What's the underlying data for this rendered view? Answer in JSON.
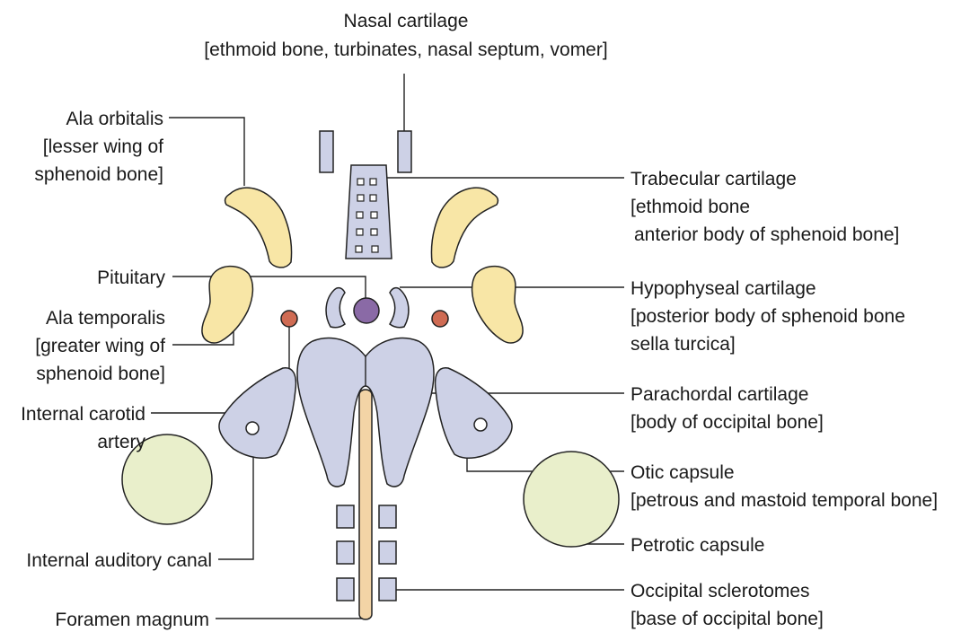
{
  "colors": {
    "cartilage_blue": "#cdd1e6",
    "wing_yellow": "#f8e6a6",
    "capsule_green": "#e9efcb",
    "pituitary_purple": "#8a6aa6",
    "artery_red": "#cf6b53",
    "notochord_tan": "#f3d4a6",
    "stroke": "#222222"
  },
  "labels": {
    "nasal": {
      "line1": "Nasal cartilage",
      "line2": "[ethmoid bone, turbinates, nasal septum, vomer]"
    },
    "ala_orbitalis": {
      "line1": "Ala orbitalis",
      "line2": "[lesser wing of",
      "line3": "sphenoid bone]"
    },
    "pituitary": {
      "line1": "Pituitary"
    },
    "ala_temporalis": {
      "line1": "Ala temporalis",
      "line2": "[greater wing of",
      "line3": "sphenoid bone]"
    },
    "carotid": {
      "line1": "Internal carotid",
      "line2": "artery"
    },
    "auditory": {
      "line1": "Internal auditory canal"
    },
    "foramen": {
      "line1": "Foramen magnum"
    },
    "trabecular": {
      "line1": "Trabecular cartilage",
      "line2": "[ethmoid bone",
      "line3": "anterior body of sphenoid bone]"
    },
    "hypophyseal": {
      "line1": "Hypophyseal cartilage",
      "line2": "[posterior body of sphenoid bone",
      "line3": "sella turcica]"
    },
    "parachordal": {
      "line1": "Parachordal cartilage",
      "line2": "[body of occipital bone]"
    },
    "otic": {
      "line1": "Otic capsule",
      "line2": "[petrous and mastoid temporal bone]"
    },
    "petrotic": {
      "line1": "Petrotic capsule"
    },
    "sclerotomes": {
      "line1": "Occipital sclerotomes",
      "line2": "[base of occipital bone]"
    }
  }
}
